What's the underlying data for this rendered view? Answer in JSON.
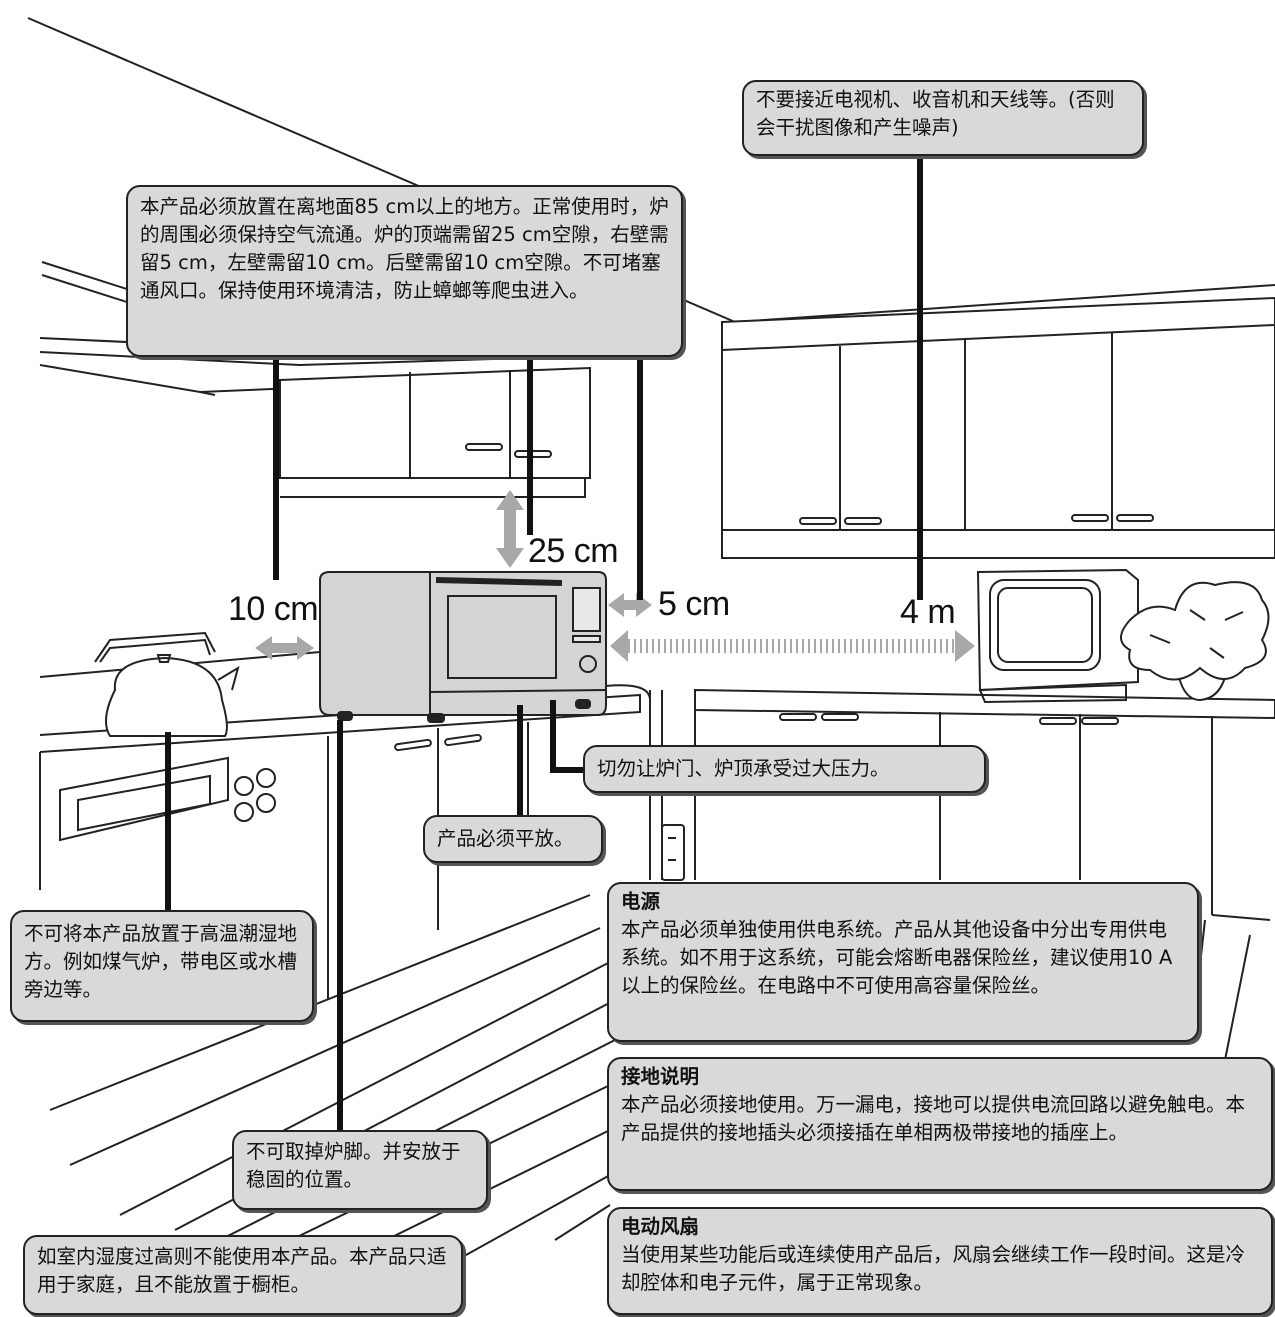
{
  "dimensions": {
    "left_clearance": "10 cm",
    "top_clearance": "25 cm",
    "right_clearance": "5 cm",
    "tv_distance": "4 m"
  },
  "callouts": {
    "tv_distance": "不要接近电视机、收音机和天线等。(否则会干扰图像和产生噪声)",
    "placement": "本产品必须放置在离地面85 cm以上的地方。正常使用时，炉的周围必须保持空气流通。炉的顶端需留25 cm空隙，右壁需留5 cm，左壁需留10 cm。后壁需留10 cm空隙。不可堵塞通风口。保持使用环境清洁，防止蟑螂等爬虫进入。",
    "door_pressure": "切勿让炉门、炉顶承受过大压力。",
    "level": "产品必须平放。",
    "humidity_heat": "不可将本产品放置于高温潮湿地方。例如煤气炉，带电区或水槽旁边等。",
    "feet": "不可取掉炉脚。并安放于稳固的位置。",
    "room_humidity": "如室内湿度过高则不能使用本产品。本产品只适用于家庭，且不能放置于橱柜。",
    "power": {
      "title": "电源",
      "body": "本产品必须单独使用供电系统。产品从其他设备中分出专用供电系统。如不用于这系统，可能会熔断电器保险丝，建议使用10 A以上的保险丝。在电路中不可使用高容量保险丝。"
    },
    "grounding": {
      "title": "接地说明",
      "body": "本产品必须接地使用。万一漏电，接地可以提供电流回路以避免触电。本产品提供的接地插头必须接插在单相两极带接地的插座上。"
    },
    "fan": {
      "title": "电动风扇",
      "body": "当使用某些功能后或连续使用产品后，风扇会继续工作一段时间。这是冷却腔体和电子元件，属于正常现象。"
    }
  }
}
